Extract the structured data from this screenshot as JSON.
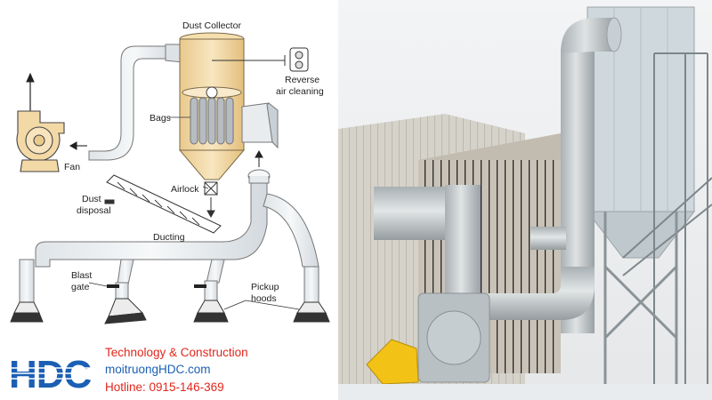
{
  "labels": {
    "dust_collector": "Dust Collector",
    "reverse_air_line1": "Reverse",
    "reverse_air_line2": "air cleaning",
    "bags": "Bags",
    "fan": "Fan",
    "airlock": "Airlock",
    "dust_disposal_line1": "Dust",
    "dust_disposal_line2": "disposal",
    "ducting": "Ducting",
    "blast_gate_line1": "Blast",
    "blast_gate_line2": "gate",
    "pickup_hoods_line1": "Pickup",
    "pickup_hoods_line2": "hoods"
  },
  "brand": {
    "logo_text": "HDC",
    "tagline": "Technology & Construction",
    "website": "moitruongHDC.com",
    "hotline": "Hotline: 0915-146-369"
  },
  "colors": {
    "collector_fill": "#f3d9a6",
    "duct_fill": "#eceff1",
    "logo_blue": "#1b5fb4",
    "accent_red": "#e1261c"
  }
}
